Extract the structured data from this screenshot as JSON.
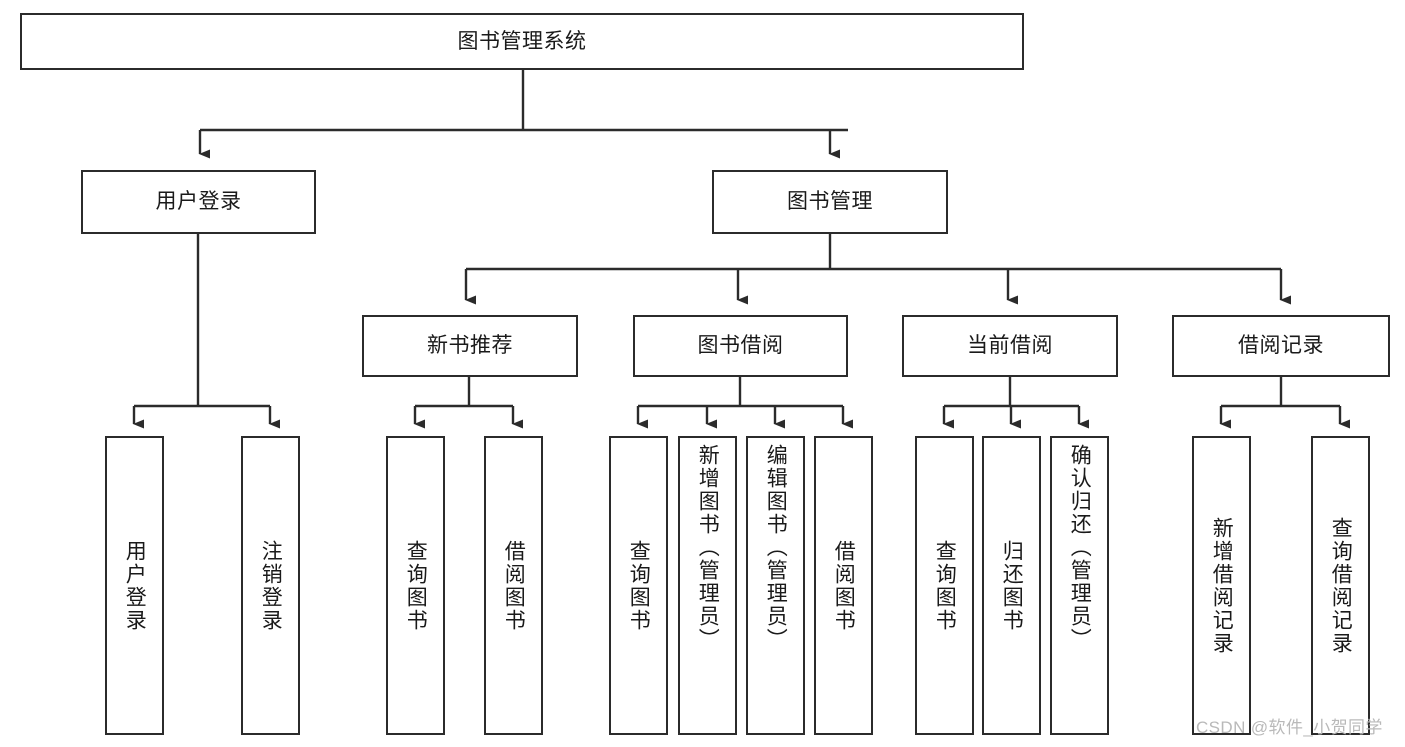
{
  "diagram": {
    "title": "图书管理系统",
    "type": "tree-hierarchy-diagram",
    "root": {
      "label": "图书管理系统"
    },
    "level1": [
      {
        "label": "用户登录"
      },
      {
        "label": "图书管理"
      }
    ],
    "level2": [
      {
        "label": "新书推荐"
      },
      {
        "label": "图书借阅"
      },
      {
        "label": "当前借阅"
      },
      {
        "label": "借阅记录"
      }
    ],
    "leaves": {
      "user_login": [
        {
          "label": "用户登录"
        },
        {
          "label": "注销登录"
        }
      ],
      "new_book_recommend": [
        {
          "label": "查询图书"
        },
        {
          "label": "借阅图书"
        }
      ],
      "book_borrow": [
        {
          "label": "查询图书"
        },
        {
          "label": "新增图书（管理员）"
        },
        {
          "label": "编辑图书（管理员）"
        },
        {
          "label": "借阅图书"
        }
      ],
      "current_borrow": [
        {
          "label": "查询图书"
        },
        {
          "label": "归还图书"
        },
        {
          "label": "确认归还（管理员）"
        }
      ],
      "borrow_record": [
        {
          "label": "新增借阅记录"
        },
        {
          "label": "查询借阅记录"
        }
      ]
    }
  },
  "watermark": {
    "text": "CSDN @软件_小贺同学"
  },
  "colors": {
    "box_border": "#2b2b2b",
    "box_fill": "#ffffff",
    "edge": "#2b2b2b",
    "text": "#1a1a1a",
    "watermark": "#b9b9b9"
  }
}
